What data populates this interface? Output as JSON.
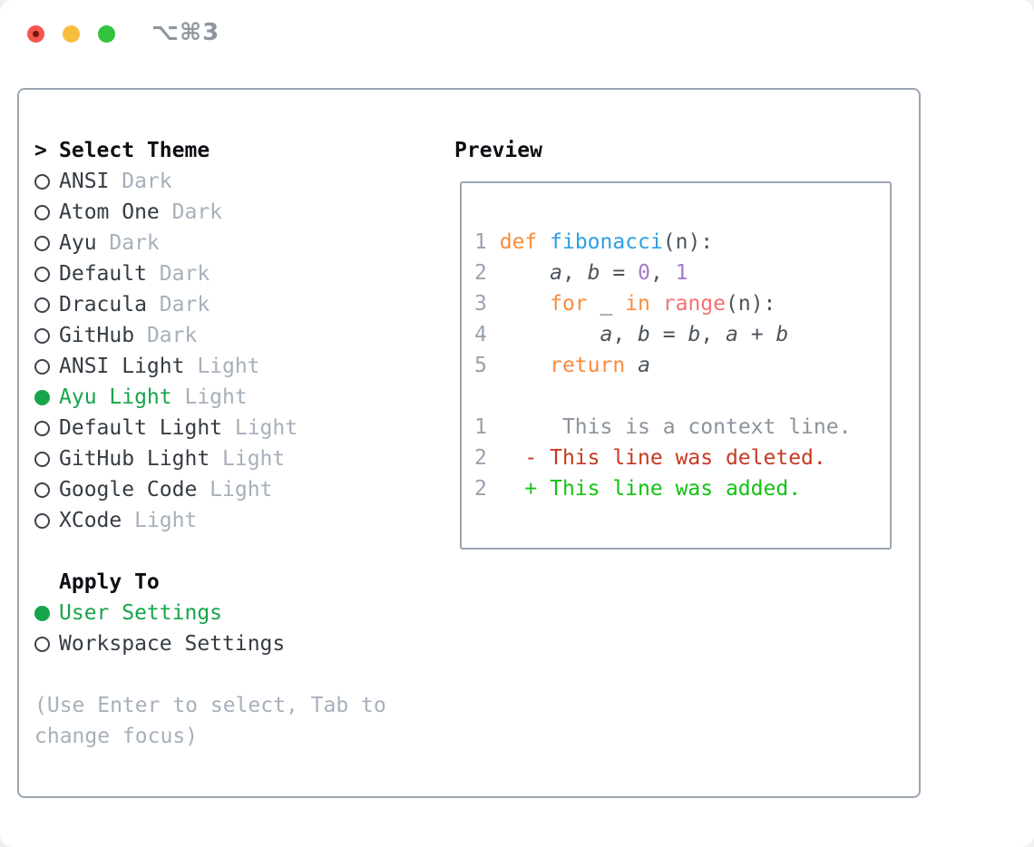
{
  "titlebar": {
    "title": "⌥⌘3"
  },
  "theme_panel": {
    "header_marker": ">",
    "header_label": "Select Theme",
    "themes": [
      {
        "name": "ANSI",
        "badge": "Dark",
        "selected": false
      },
      {
        "name": "Atom One",
        "badge": "Dark",
        "selected": false
      },
      {
        "name": "Ayu",
        "badge": "Dark",
        "selected": false
      },
      {
        "name": "Default",
        "badge": "Dark",
        "selected": false
      },
      {
        "name": "Dracula",
        "badge": "Dark",
        "selected": false
      },
      {
        "name": "GitHub",
        "badge": "Dark",
        "selected": false
      },
      {
        "name": "ANSI Light",
        "badge": "Light",
        "selected": false
      },
      {
        "name": "Ayu Light",
        "badge": "Light",
        "selected": true
      },
      {
        "name": "Default Light",
        "badge": "Light",
        "selected": false
      },
      {
        "name": "GitHub Light",
        "badge": "Light",
        "selected": false
      },
      {
        "name": "Google Code",
        "badge": "Light",
        "selected": false
      },
      {
        "name": "XCode",
        "badge": "Light",
        "selected": false
      }
    ],
    "apply_header": "Apply To",
    "apply_options": [
      {
        "name": "User Settings",
        "selected": true
      },
      {
        "name": "Workspace Settings",
        "selected": false
      }
    ],
    "help_lines": [
      "(Use Enter to select, Tab to",
      "change focus)"
    ]
  },
  "preview_panel": {
    "header_label": "Preview",
    "lines": [
      [
        [
          "1",
          "ln"
        ],
        [
          " ",
          "pl"
        ],
        [
          "def",
          "kw"
        ],
        [
          " ",
          "pl"
        ],
        [
          "fibonacci",
          "fn"
        ],
        [
          "(n):",
          "pl"
        ]
      ],
      [
        [
          "2",
          "ln"
        ],
        [
          "     ",
          "pl"
        ],
        [
          "a",
          "idt"
        ],
        [
          ", ",
          "pl"
        ],
        [
          "b",
          "idt"
        ],
        [
          " = ",
          "pl"
        ],
        [
          "0",
          "num"
        ],
        [
          ", ",
          "pl"
        ],
        [
          "1",
          "num"
        ]
      ],
      [
        [
          "3",
          "ln"
        ],
        [
          "     ",
          "pl"
        ],
        [
          "for",
          "kw"
        ],
        [
          " _ ",
          "pl"
        ],
        [
          "in",
          "kw"
        ],
        [
          " ",
          "pl"
        ],
        [
          "range",
          "bi"
        ],
        [
          "(n):",
          "pl"
        ]
      ],
      [
        [
          "4",
          "ln"
        ],
        [
          "         ",
          "pl"
        ],
        [
          "a",
          "idt"
        ],
        [
          ", ",
          "pl"
        ],
        [
          "b",
          "idt"
        ],
        [
          " = ",
          "pl"
        ],
        [
          "b",
          "idt"
        ],
        [
          ", ",
          "pl"
        ],
        [
          "a",
          "idt"
        ],
        [
          " + ",
          "pl"
        ],
        [
          "b",
          "idt"
        ]
      ],
      [
        [
          "5",
          "ln"
        ],
        [
          "     ",
          "pl"
        ],
        [
          "return",
          "kw"
        ],
        [
          " ",
          "pl"
        ],
        [
          "a",
          "idt"
        ]
      ],
      [],
      [
        [
          "1",
          "ln"
        ],
        [
          "      ",
          "pl"
        ],
        [
          "This is a context line.",
          "ctx"
        ]
      ],
      [
        [
          "2",
          "ln"
        ],
        [
          "   ",
          "pl"
        ],
        [
          "- This line was deleted.",
          "del"
        ]
      ],
      [
        [
          "2",
          "ln"
        ],
        [
          "   ",
          "pl"
        ],
        [
          "+ This line was added.",
          "add"
        ]
      ]
    ]
  },
  "colors": {
    "border": "#9ba5b1",
    "selected_green": "#16a54c",
    "badge_gray": "#a6b0bb",
    "help_gray": "#a7b0ba",
    "line_number": "#98a2ad",
    "code_plain": "#4b535b",
    "keyword_orange": "#f98d3e",
    "function_blue": "#2f9ee3",
    "number_purple": "#a37acc",
    "builtin_coral": "#f37272",
    "context_gray": "#8b939c",
    "deleted_red": "#c6391f",
    "added_green": "#13c213",
    "traffic_red": "#f4564e",
    "traffic_red_dot": "#76150e",
    "traffic_yellow": "#f9bd3e",
    "traffic_green": "#32c33e"
  }
}
